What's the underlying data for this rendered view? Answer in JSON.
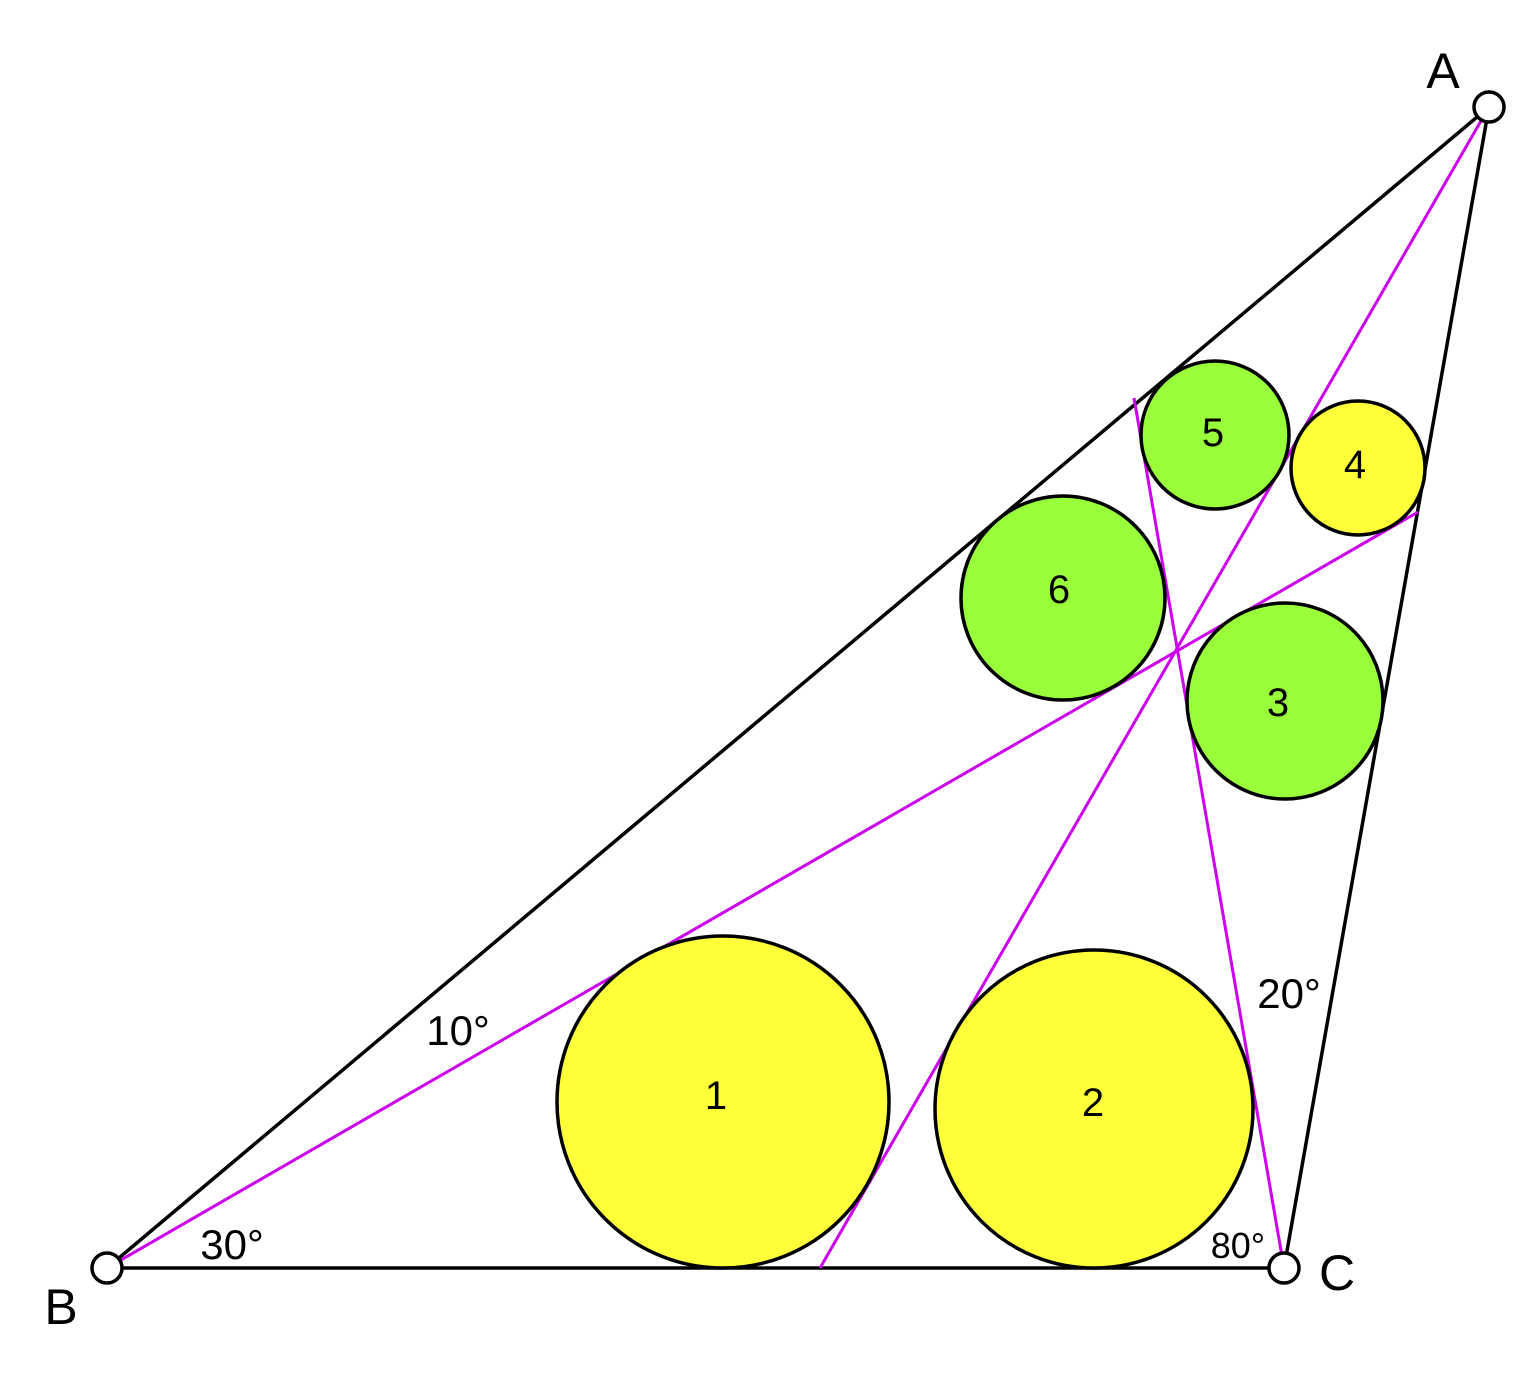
{
  "colors": {
    "background": "#ffffff",
    "stroke": "#000000",
    "cevian": "#cc00ee",
    "circle_yellow": "#ffff3a",
    "circle_green": "#99ff3a"
  },
  "vertices": {
    "A": "A",
    "B": "B",
    "C": "C"
  },
  "angles": {
    "B_total": "30°",
    "B_part": "10°",
    "C_total": "80°",
    "C_part": "20°"
  },
  "circles": [
    {
      "label": "1",
      "color": "yellow"
    },
    {
      "label": "2",
      "color": "yellow"
    },
    {
      "label": "3",
      "color": "green"
    },
    {
      "label": "4",
      "color": "yellow"
    },
    {
      "label": "5",
      "color": "green"
    },
    {
      "label": "6",
      "color": "green"
    }
  ]
}
